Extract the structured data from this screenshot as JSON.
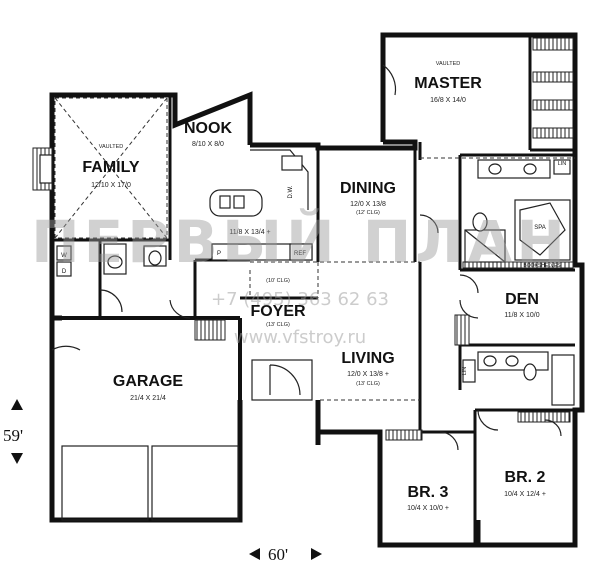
{
  "rooms": {
    "master": {
      "name": "MASTER",
      "note": "VAULTED",
      "dims": "16/8 X 14/0"
    },
    "family": {
      "name": "FAMILY",
      "note": "VAULTED",
      "dims": "12/10 X 17/0"
    },
    "nook": {
      "name": "NOOK",
      "dims": "8/10 X 8/0"
    },
    "dining": {
      "name": "DINING",
      "dims": "12/0 X 13/8",
      "ceiling": "(12' CLG)"
    },
    "kitchen": {
      "dims": "11/8 X 13/4 +"
    },
    "foyer": {
      "name": "FOYER",
      "ceiling": "(13' CLG)"
    },
    "living": {
      "name": "LIVING",
      "dims": "12/0 X 13/8 +",
      "ceiling": "(13' CLG)"
    },
    "den": {
      "name": "DEN",
      "dims": "11/8 X 10/0"
    },
    "garage": {
      "name": "GARAGE",
      "dims": "21/4 X 21/4"
    },
    "br3": {
      "name": "BR. 3",
      "dims": "10/4 X 10/0 +"
    },
    "br2": {
      "name": "BR. 2",
      "dims": "10/4 X 12/4 +"
    }
  },
  "fixtures": {
    "spa": "SPA",
    "lin_master": "LIN",
    "lin_bath": "LIN",
    "bookshelves": "BOOKSHELVES",
    "ref": "REF",
    "pantry": "P",
    "dw": "D.W.",
    "washer": "W",
    "dryer": "D"
  },
  "hall_ceiling": "(10' CLG)",
  "dimensions": {
    "width": "60'",
    "depth": "59'"
  },
  "watermark": {
    "brand": "ПЕРВЫЙ ПЛАН",
    "phone": "+7 (495) 363 62 63",
    "site": "www.vfstroy.ru"
  }
}
